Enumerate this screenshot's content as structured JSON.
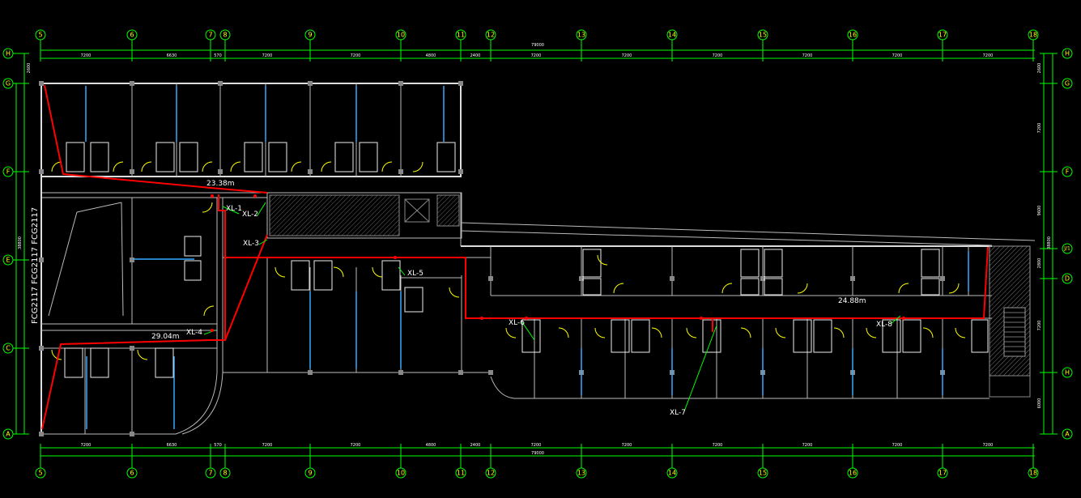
{
  "axes_top": [
    {
      "label": "5"
    },
    {
      "label": "6"
    },
    {
      "label": "7"
    },
    {
      "label": "8"
    },
    {
      "label": "9"
    },
    {
      "label": "10"
    },
    {
      "label": "11"
    },
    {
      "label": "12"
    },
    {
      "label": "13"
    },
    {
      "label": "14"
    },
    {
      "label": "15"
    },
    {
      "label": "16"
    },
    {
      "label": "17"
    },
    {
      "label": "18"
    }
  ],
  "axes_left": [
    {
      "label": "H"
    },
    {
      "label": "G"
    },
    {
      "label": "F"
    },
    {
      "label": "E"
    },
    {
      "label": "C"
    },
    {
      "label": "A"
    }
  ],
  "axes_right": [
    {
      "label": "H"
    },
    {
      "label": "G"
    },
    {
      "label": "F"
    },
    {
      "label": "J/1"
    },
    {
      "label": "D"
    },
    {
      "label": "H"
    },
    {
      "label": "A"
    }
  ],
  "dims_top": [
    "7200",
    "6630",
    "570",
    "7200",
    "7200",
    "4800",
    "2400",
    "7200",
    "7200",
    "7200",
    "7200",
    "7200",
    "7200"
  ],
  "dims_top_total": "79000",
  "dims_left": [
    "2600",
    "38800"
  ],
  "dims_right": [
    "2600",
    "7200",
    "9600",
    "38800",
    "2800",
    "7200",
    "6000"
  ],
  "dims_bottom": [
    "7200",
    "6630",
    "570",
    "7200",
    "7200",
    "4800",
    "2400",
    "7200",
    "7200",
    "7200",
    "7200",
    "7200",
    "7200"
  ],
  "dims_bottom_total": "79000",
  "vertical_label": "FCG2117 FCG2117 FCG2117",
  "lines": [
    {
      "id": "XL-1",
      "label": "XL-1"
    },
    {
      "id": "XL-2",
      "label": "XL-2"
    },
    {
      "id": "XL-3",
      "label": "XL-3"
    },
    {
      "id": "XL-4",
      "label": "XL-4"
    },
    {
      "id": "XL-5",
      "label": "XL-5"
    },
    {
      "id": "XL-6",
      "label": "XL-6"
    },
    {
      "id": "XL-7",
      "label": "XL-7"
    },
    {
      "id": "XL-8",
      "label": "XL-8"
    }
  ],
  "lengths": {
    "run_a": "23.38m",
    "run_b": "29.04m",
    "run_c": "24.88m"
  },
  "colors": {
    "axis": "#00ff00",
    "bubble_text": "#ffff00",
    "wire": "#ff0000",
    "window": "#33aaff",
    "door": "#ffff00",
    "wall": "#bbbbbb"
  }
}
